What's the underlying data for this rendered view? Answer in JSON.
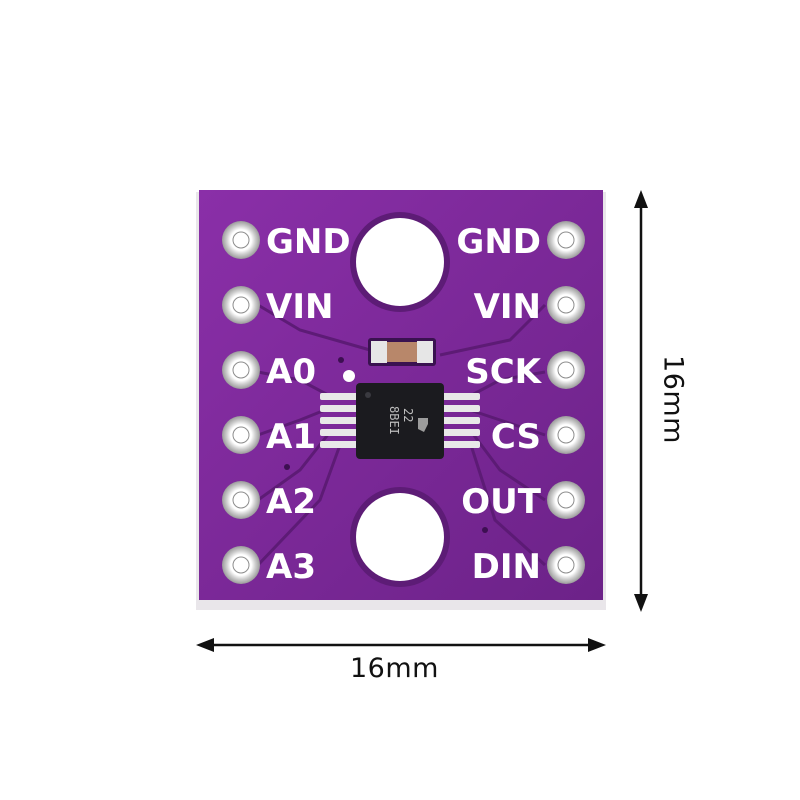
{
  "board": {
    "pcb_color": "#7a2a9a",
    "silk_color": "#ffffff",
    "pins_left": [
      "GND",
      "VIN",
      "A0",
      "A1",
      "A2",
      "A3"
    ],
    "pins_right": [
      "GND",
      "VIN",
      "SCK",
      "CS",
      "OUT",
      "DIN"
    ],
    "chip_marking": {
      "line1": "22",
      "line2": "8BEI"
    }
  },
  "dimensions": {
    "width_label": "16mm",
    "height_label": "16mm"
  }
}
